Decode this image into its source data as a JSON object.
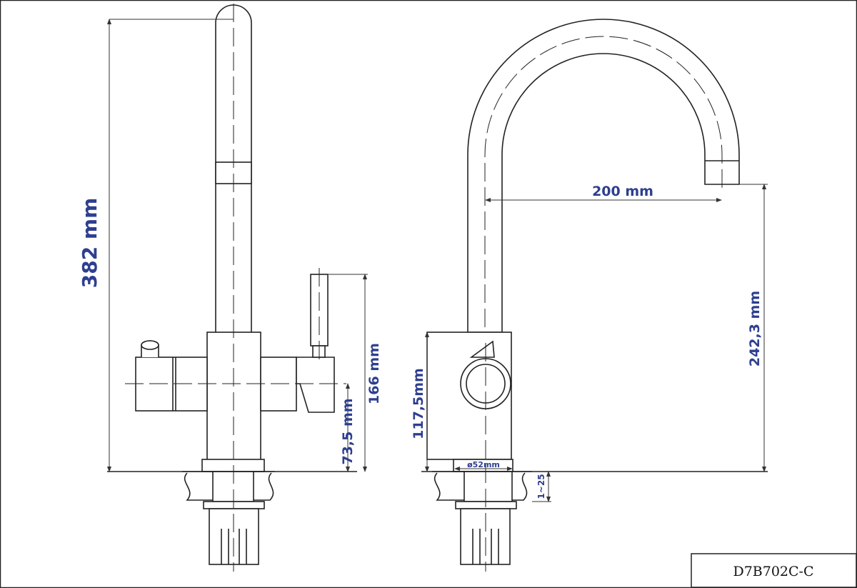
{
  "dimensions": {
    "total_height": "382 mm",
    "handle_height": "166 mm",
    "arm_height": "73,5 mm",
    "spout_reach": "200 mm",
    "spout_height": "242,3 mm",
    "body_height": "117,5mm",
    "base_diameter": "ø52mm",
    "counter_thickness": "1~25"
  },
  "title_block": {
    "code": "D7B702C-C"
  },
  "colors": {
    "dimension": "#2e3f8f",
    "line": "#222222"
  }
}
